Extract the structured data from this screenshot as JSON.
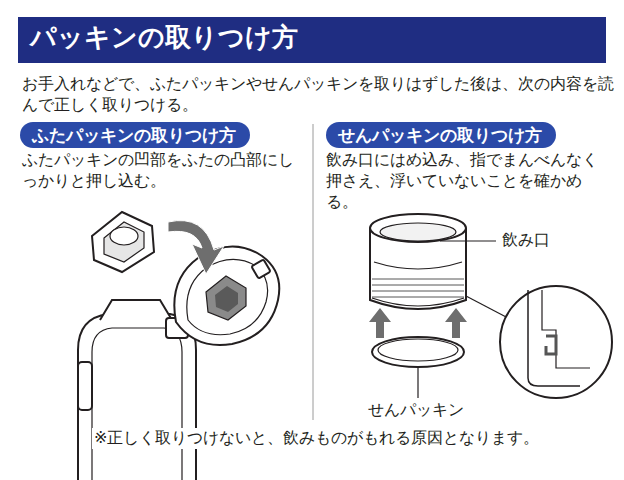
{
  "diagram": {
    "title": "パッキンの取りつけ方",
    "nodes": [
      {
        "text": [
          "ふたパッキンの取りつけ方"
        ]
      },
      {
        "text": [
          "せんパッキンの取りつけ方"
        ]
      }
    ],
    "labels": [
      "お手入れなどで、ふたパッキンやせんパッキンを取りはずした後は、次の内容を読んで正しく取りつける。",
      "ふたパッキンの凹部をふたの凸部にしっかりと押し込む。",
      "飲み口にはめ込み、指でまんべんなく押さえ、浮いていないことを確かめる。",
      "飲み口",
      "せんパッキン",
      "※正しく取りつけないと、飲みものがもれる原因となります。"
    ]
  }
}
